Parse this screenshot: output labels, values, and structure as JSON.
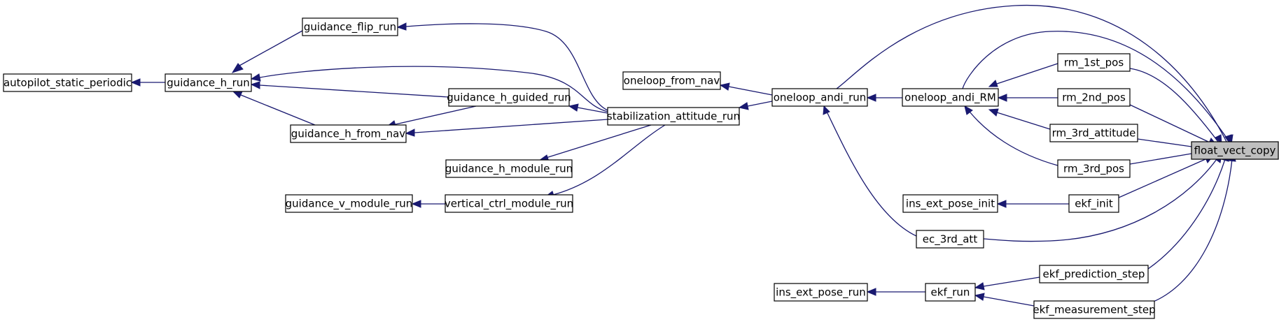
{
  "diagram": {
    "title": "",
    "nodes": [
      {
        "id": "autopilot_static_periodic",
        "label": "autopilot_static_periodic",
        "highlight": false
      },
      {
        "id": "guidance_h_run",
        "label": "guidance_h_run",
        "highlight": false
      },
      {
        "id": "guidance_flip_run",
        "label": "guidance_flip_run",
        "highlight": false
      },
      {
        "id": "guidance_h_guided_run",
        "label": "guidance_h_guided_run",
        "highlight": false
      },
      {
        "id": "guidance_h_from_nav",
        "label": "guidance_h_from_nav",
        "highlight": false
      },
      {
        "id": "guidance_h_module_run",
        "label": "guidance_h_module_run",
        "highlight": false
      },
      {
        "id": "guidance_v_module_run",
        "label": "guidance_v_module_run",
        "highlight": false
      },
      {
        "id": "vertical_ctrl_module_run",
        "label": "vertical_ctrl_module_run",
        "highlight": false
      },
      {
        "id": "oneloop_from_nav",
        "label": "oneloop_from_nav",
        "highlight": false
      },
      {
        "id": "stabilization_attitude_run",
        "label": "stabilization_attitude_run",
        "highlight": false
      },
      {
        "id": "oneloop_andi_run",
        "label": "oneloop_andi_run",
        "highlight": false
      },
      {
        "id": "oneloop_andi_RM",
        "label": "oneloop_andi_RM",
        "highlight": false
      },
      {
        "id": "rm_1st_pos",
        "label": "rm_1st_pos",
        "highlight": false
      },
      {
        "id": "rm_2nd_pos",
        "label": "rm_2nd_pos",
        "highlight": false
      },
      {
        "id": "rm_3rd_attitude",
        "label": "rm_3rd_attitude",
        "highlight": false
      },
      {
        "id": "rm_3rd_pos",
        "label": "rm_3rd_pos",
        "highlight": false
      },
      {
        "id": "ins_ext_pose_init",
        "label": "ins_ext_pose_init",
        "highlight": false
      },
      {
        "id": "ekf_init",
        "label": "ekf_init",
        "highlight": false
      },
      {
        "id": "ec_3rd_att",
        "label": "ec_3rd_att",
        "highlight": false
      },
      {
        "id": "ekf_prediction_step",
        "label": "ekf_prediction_step",
        "highlight": false
      },
      {
        "id": "ins_ext_pose_run",
        "label": "ins_ext_pose_run",
        "highlight": false
      },
      {
        "id": "ekf_run",
        "label": "ekf_run",
        "highlight": false
      },
      {
        "id": "ekf_measurement_step",
        "label": "ekf_measurement_step",
        "highlight": false
      },
      {
        "id": "float_vect_copy",
        "label": "float_vect_copy",
        "highlight": true
      }
    ],
    "edges": [
      {
        "from": "guidance_h_run",
        "to": "autopilot_static_periodic"
      },
      {
        "from": "guidance_flip_run",
        "to": "guidance_h_run"
      },
      {
        "from": "guidance_h_guided_run",
        "to": "guidance_h_run"
      },
      {
        "from": "guidance_h_from_nav",
        "to": "guidance_h_run"
      },
      {
        "from": "stabilization_attitude_run",
        "to": "guidance_flip_run"
      },
      {
        "from": "stabilization_attitude_run",
        "to": "guidance_h_run"
      },
      {
        "from": "stabilization_attitude_run",
        "to": "guidance_h_guided_run"
      },
      {
        "from": "stabilization_attitude_run",
        "to": "guidance_h_from_nav"
      },
      {
        "from": "stabilization_attitude_run",
        "to": "guidance_h_module_run"
      },
      {
        "from": "stabilization_attitude_run",
        "to": "vertical_ctrl_module_run"
      },
      {
        "from": "guidance_h_guided_run",
        "to": "guidance_h_from_nav"
      },
      {
        "from": "vertical_ctrl_module_run",
        "to": "guidance_v_module_run"
      },
      {
        "from": "oneloop_andi_run",
        "to": "oneloop_from_nav"
      },
      {
        "from": "oneloop_andi_run",
        "to": "stabilization_attitude_run"
      },
      {
        "from": "oneloop_andi_RM",
        "to": "oneloop_andi_run"
      },
      {
        "from": "ec_3rd_att",
        "to": "oneloop_andi_run"
      },
      {
        "from": "rm_1st_pos",
        "to": "oneloop_andi_RM"
      },
      {
        "from": "rm_2nd_pos",
        "to": "oneloop_andi_RM"
      },
      {
        "from": "rm_3rd_attitude",
        "to": "oneloop_andi_RM"
      },
      {
        "from": "rm_3rd_pos",
        "to": "oneloop_andi_RM"
      },
      {
        "from": "ekf_init",
        "to": "ins_ext_pose_init"
      },
      {
        "from": "ekf_prediction_step",
        "to": "ekf_run"
      },
      {
        "from": "ekf_measurement_step",
        "to": "ekf_run"
      },
      {
        "from": "ekf_run",
        "to": "ins_ext_pose_run"
      },
      {
        "from": "float_vect_copy",
        "to": "oneloop_andi_run"
      },
      {
        "from": "float_vect_copy",
        "to": "oneloop_andi_RM"
      },
      {
        "from": "float_vect_copy",
        "to": "rm_1st_pos"
      },
      {
        "from": "float_vect_copy",
        "to": "rm_2nd_pos"
      },
      {
        "from": "float_vect_copy",
        "to": "rm_3rd_attitude"
      },
      {
        "from": "float_vect_copy",
        "to": "rm_3rd_pos"
      },
      {
        "from": "float_vect_copy",
        "to": "ekf_init"
      },
      {
        "from": "float_vect_copy",
        "to": "ec_3rd_att"
      },
      {
        "from": "float_vect_copy",
        "to": "ekf_prediction_step"
      },
      {
        "from": "float_vect_copy",
        "to": "ekf_measurement_step"
      }
    ]
  }
}
